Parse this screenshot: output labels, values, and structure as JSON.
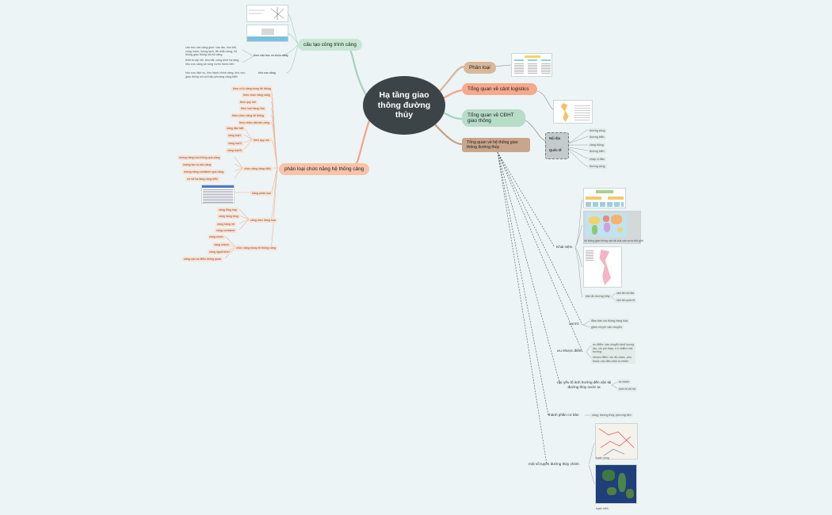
{
  "central": "Hạ tầng giao thông đường thủy",
  "right_main": [
    "Phân loại",
    "Tổng quan về cảnt logistics",
    "Tổng quan về CĐHT giao thông",
    "Tổng quan về hệ thống giao thông đường thủy"
  ],
  "noi_dia": "Nội địa",
  "quoc_te": "Quốc tế",
  "nd_leaves": [
    "đường sông",
    "đường biển",
    "cảng thông",
    "đường biển",
    "nhập vị điều",
    "đường sông"
  ],
  "waterway_sections": {
    "khai_niem": "Khái niệm",
    "vai_tro": "vai trò",
    "uu_nhuoc_diem": "ưu nhược điểm",
    "yeu_to": "các yếu tố ảnh hưởng đến vận tải đường thủy nước ta",
    "thanh_phan": "thành phần cơ bản",
    "tuyen": "một số tuyến đường thủy chính"
  },
  "kn_caption1": "hệ thống giao thông vận tải của các nước thế giới",
  "kn_caption2": "bản đồ đường thủy",
  "kn_leaves": [
    "vận tải nội địa",
    "vận tải quốc tế"
  ],
  "vt_leaves": [
    "đảm bảo lưu thông hàng hóa",
    "giảm chi phí vận chuyển"
  ],
  "un_leaves": [
    "ưu điểm: vận chuyển khối lượng lớn, chi phí thấp, ít ô nhiễm môi trường",
    "nhược điểm: tốc độ chậm, phụ thuộc vào điều kiện tự nhiên"
  ],
  "yt_leaves": [
    "tự nhiên",
    "kinh tế xã hội"
  ],
  "tp_leaf": "cảng, đường thủy, phương tiện",
  "tuyen_captions": [
    "tuyến sông",
    "tuyến biển"
  ],
  "left_main": [
    "cấu tạo công trình cảng",
    "phân loại chức năng hệ thống cảng"
  ],
  "ct_sub": [
    "theo cấu trúc và chức năng",
    "khu vực cảng"
  ],
  "ct_texts": [
    "cấu trúc các cảng gồm: cầu tàu, kho bãi, vùng nước, luồng lạch, đê chắn sóng, hệ thống giao thông nội bộ cảng",
    "thiết bị xếp dỡ, kho bãi, công trình hạ tầng, khu vực cảng và vùng nước trước bến",
    "khu vực dịch vụ, khu hành chính cảng, khu vực giao thông nối với hậu phương cảng biển"
  ],
  "pl_top": [
    "theo vị trí cảng trong hệ thống",
    "theo chức năng cảng",
    "theo quy mô",
    "theo loại hàng hóa",
    "theo chức năng hệ thống",
    "theo chiều dài bến cảng",
    "theo hành chính quản lý cảng"
  ],
  "pl_quy_mo_label": "theo quy mô",
  "pl_quy_mo": [
    "cảng đặc biệt",
    "cảng loại I",
    "cảng loại II",
    "cảng loại III"
  ],
  "pl_chuc_nang_label": "chức năng cảng biển",
  "pl_chuc_nang": [
    "lượng hàng hóa thông qua cảng",
    "lượng tàu ra vào cảng",
    "lượng hàng container qua cảng",
    "cơ sở hạ tầng cảng biển"
  ],
  "pl_bang_label": "bảng phân loại",
  "pl_hang_label": "cảng theo hàng hóa",
  "pl_hang": [
    "cảng tổng hợp",
    "cảng hàng lỏng",
    "cảng hàng rời",
    "cảng container"
  ],
  "pl_ht_label": "chức năng trong hệ thống cảng",
  "pl_ht": [
    "cảng chính",
    "cảng nhánh",
    "cảng ngoài khơi",
    "cảng cạn và điểm thông quan"
  ],
  "colors": {
    "background": "#ecf4f5",
    "central": "#3d4447",
    "salmon": "#f7a98c",
    "green": "#b7dcc8",
    "tan": "#d9b899",
    "brown": "#c9a58b"
  }
}
